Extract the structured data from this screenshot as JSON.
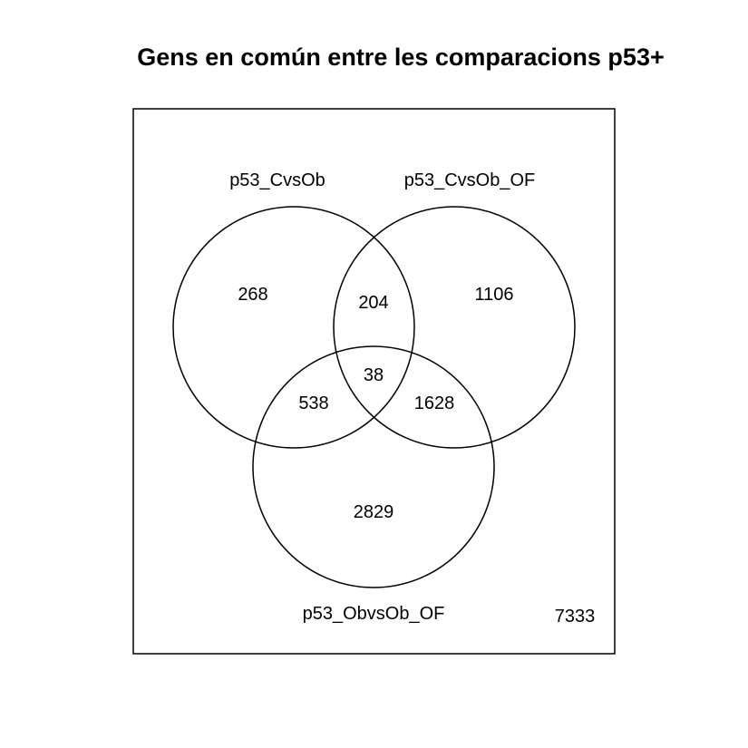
{
  "title": "Gens en común entre les comparacions p53+",
  "sets": [
    {
      "name": "p53_CvsOb"
    },
    {
      "name": "p53_CvsOb_OF"
    },
    {
      "name": "p53_ObvsOb_OF"
    }
  ],
  "regions": {
    "only_CvsOb": "268",
    "only_CvsOb_OF": "1106",
    "only_ObvsOb_OF": "2829",
    "CvsOb_and_CvsOb_OF": "204",
    "CvsOb_and_ObvsOb_OF": "538",
    "CvsOb_OF_and_ObvsOb_OF": "1628",
    "all_three": "38",
    "none": "7333"
  },
  "colors": {
    "stroke": "#000000",
    "background": "#ffffff"
  }
}
